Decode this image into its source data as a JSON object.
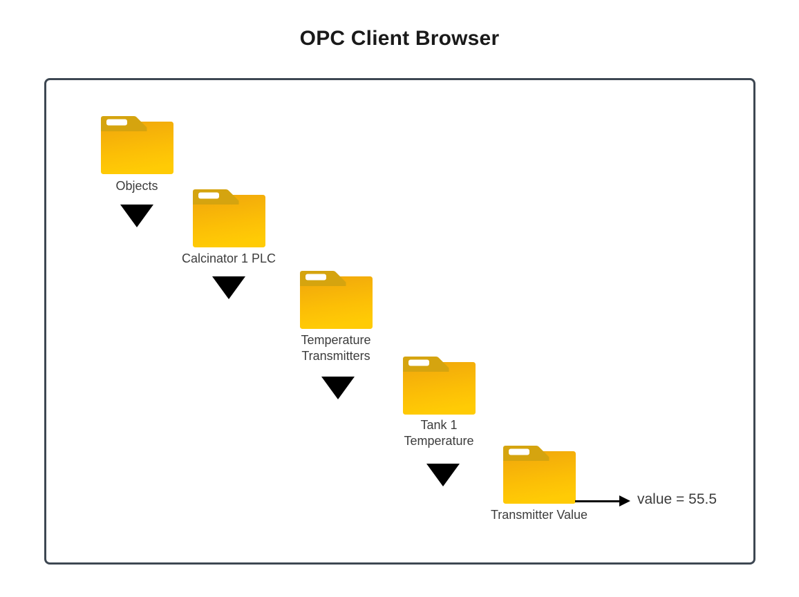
{
  "title": "OPC Client Browser",
  "tree": {
    "nodes": [
      {
        "name": "Objects",
        "lines": [
          "Objects"
        ]
      },
      {
        "name": "Calcinator 1 PLC",
        "lines": [
          "Calcinator 1 PLC"
        ]
      },
      {
        "name": "Temperature Transmitters",
        "lines": [
          "Temperature",
          "Transmitters"
        ]
      },
      {
        "name": "Tank 1 Temperature",
        "lines": [
          "Tank 1",
          "Temperature"
        ]
      },
      {
        "name": "Transmitter Value",
        "lines": [
          "Transmitter Value"
        ]
      }
    ],
    "value_text": "value = 55.5"
  },
  "icons": {
    "folder": "folder-icon",
    "expanded_marker": "down-triangle-icon",
    "value_pointer": "right-arrow-icon"
  },
  "colors": {
    "panel_border": "#3d4752",
    "folder_tab": "#d5a40f",
    "folder_body_top": "#f0a60c",
    "folder_body_bottom": "#ffcb05",
    "marker": "#000000",
    "label_text": "#3c3c3c",
    "title_text": "#1a1a1a"
  }
}
